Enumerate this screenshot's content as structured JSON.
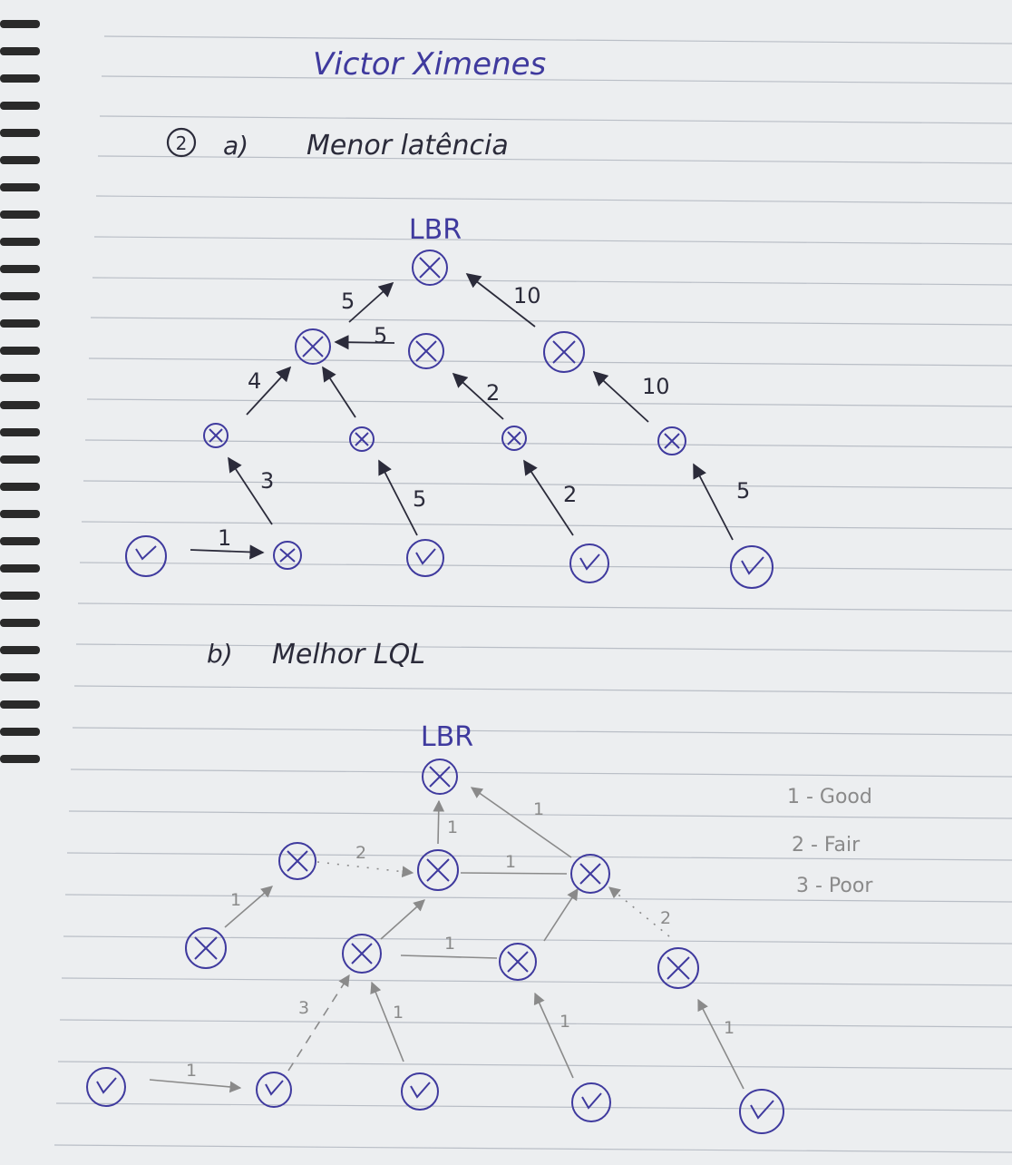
{
  "header": {
    "author": "Victor Ximenes",
    "question_number": "2",
    "part_a_label": "a)",
    "part_a_title": "Menor latência"
  },
  "part_a": {
    "root_label": "LBR",
    "edge_weights": [
      "5",
      "10",
      "5",
      "4",
      "2",
      "10",
      "3",
      "5",
      "2",
      "5",
      "1"
    ]
  },
  "part_b": {
    "label": "b)",
    "title": "Melhor LQL",
    "root_label": "LBR",
    "edge_weights": [
      "1",
      "1",
      "2",
      "1",
      "2",
      "1",
      "1",
      "3",
      "1",
      "1",
      "1",
      "1"
    ]
  },
  "legend": {
    "items": [
      "1 - Good",
      "2 - Fair",
      "3 - Poor"
    ]
  },
  "colors": {
    "ink": "#3f3a9e",
    "pencil": "#8a8a8a",
    "paper": "#eceef0",
    "rule": "#b9bec6"
  }
}
